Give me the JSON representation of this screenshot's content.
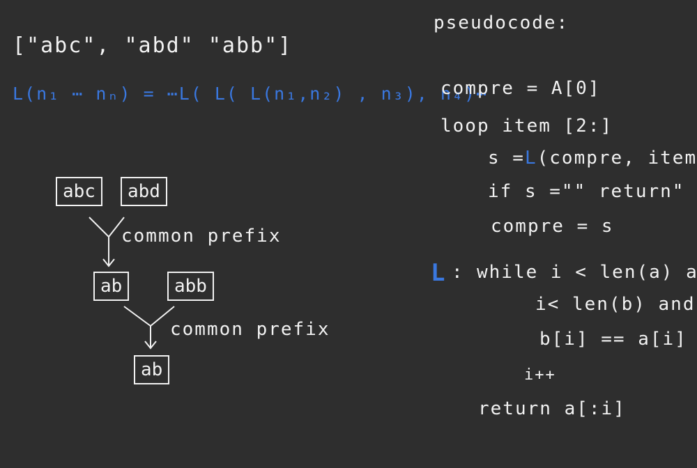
{
  "array_literal": "[\"abc\", \"abd\" \"abb\"]",
  "recurrence": "L(n₁ ⋯ nₙ) = ⋯L( L( L(n₁,n₂) , n₃), n₄)⋯",
  "diagram": {
    "top_boxes": [
      "abc",
      "abd"
    ],
    "label_1": "common prefix",
    "middle_boxes": [
      "ab",
      "abb"
    ],
    "label_2": "common prefix",
    "result_box": "ab"
  },
  "pseudocode": {
    "title": "pseudocode:",
    "line1": "compre = A[0]",
    "line2": "loop item [2:]",
    "line3_fn": "L",
    "line3_rest": "(compre, item)",
    "line3_prefix": "s =",
    "line4": "if s =\"\" return\" \"",
    "line5": "compre = s",
    "fn_label": "L",
    "fn_colon": ":",
    "fn_line1": "while i < len(a) and",
    "fn_line2": "i< len(b) and",
    "fn_line3": "b[i] == a[i]",
    "fn_line4": "i++",
    "fn_line5": "return a[:i]"
  },
  "colors": {
    "background": "#2e2e2e",
    "ink": "#f2f2f2",
    "blue": "#3a78e0"
  }
}
